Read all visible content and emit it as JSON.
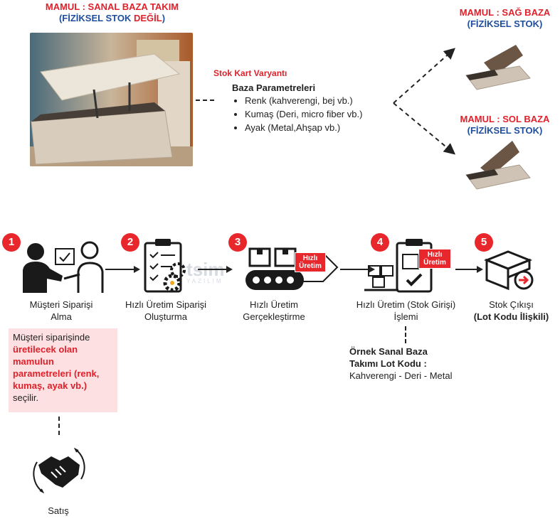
{
  "top_left": {
    "title_line1": "MAMUL : SANAL BAZA TAKIM",
    "title_line2_blue": "(FİZİKSEL STOK ",
    "title_line2_red": "DEĞİL",
    "title_line2_close": ")"
  },
  "variant": {
    "heading": "Stok Kart Varyantı",
    "params_title": "Baza Parametreleri",
    "params": [
      "Renk (kahverengi, bej vb.)",
      "Kumaş (Deri, micro fiber vb.)",
      "Ayak (Metal,Ahşap vb.)"
    ]
  },
  "right_top": {
    "title": "MAMUL : SAĞ BAZA",
    "subtitle": "(FİZİKSEL STOK)"
  },
  "right_bottom": {
    "title": "MAMUL : SOL BAZA",
    "subtitle": "(FİZİKSEL STOK)"
  },
  "steps": [
    {
      "number": "1",
      "line1": "Müşteri Siparişi",
      "line2": "Alma"
    },
    {
      "number": "2",
      "line1": "Hızlı Üretim Siparişi",
      "line2": "Oluşturma"
    },
    {
      "number": "3",
      "line1": "Hızlı Üretim",
      "line2": "Gerçekleştirme",
      "tag": "Hızlı Üretim"
    },
    {
      "number": "4",
      "line1": "Hızlı Üretim (Stok Girişi)",
      "line2": "İşlemi",
      "tag": "Hızlı Üretim"
    },
    {
      "number": "5",
      "line1": "Stok Çıkışı",
      "line2": "(Lot Kodu İlişkili)"
    }
  ],
  "watermark": {
    "text": "tsim",
    "sub": "YAZILIM"
  },
  "note": {
    "part1": "Müşteri siparişinde",
    "part2_red": "üretilecek olan mamulun parametreleri (renk, kumaş, ayak vb.)",
    "part3": "seçilir."
  },
  "lot_example": {
    "title_line1": "Örnek Sanal Baza",
    "title_line2": "Takımı Lot Kodu :",
    "value": "Kahverengi - Deri - Metal"
  },
  "sale": {
    "label": "Satış"
  },
  "colors": {
    "accent_red": "#e8272d",
    "blue": "#1f4e9c",
    "note_bg": "#fde0e1"
  }
}
